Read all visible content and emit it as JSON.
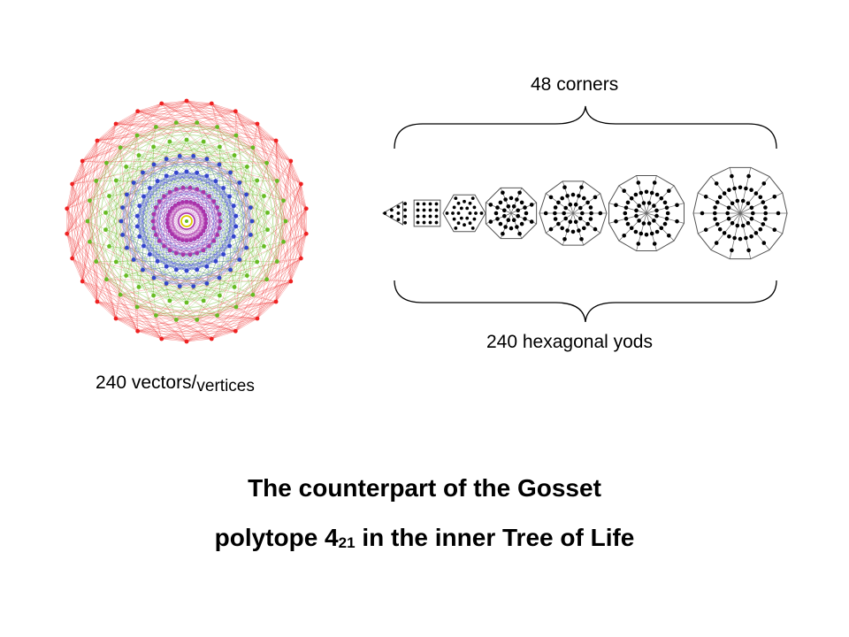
{
  "labels": {
    "corners": "48 corners",
    "hexagonal_yods": "240 hexagonal yods",
    "vectors_part1": "240 vectors/",
    "vectors_part2": "vertices"
  },
  "title": {
    "line1": "The counterpart of the Gosset",
    "line2_before": "polytope 4",
    "line2_subscript": "21",
    "line2_after": " in the inner Tree of Life"
  },
  "polygons": [
    {
      "sides": 3,
      "yods": 10
    },
    {
      "sides": 4,
      "yods": 16
    },
    {
      "sides": 6,
      "yods": 24
    },
    {
      "sides": 8,
      "yods": 32
    },
    {
      "sides": 10,
      "yods": 40
    },
    {
      "sides": 12,
      "yods": 48
    },
    {
      "sides": 14,
      "yods": 56
    }
  ],
  "colors": {
    "outer_ring": "#ee2222",
    "ring_green": "#66bb22",
    "ring_blue": "#3344cc",
    "ring_purple": "#aa33aa",
    "center_yellow": "#ddcc00",
    "dot": "#000000"
  }
}
